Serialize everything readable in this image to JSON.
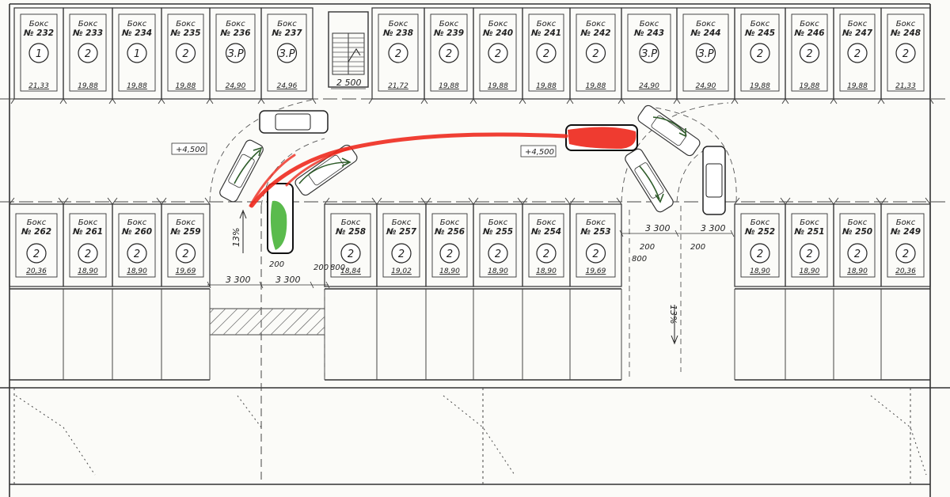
{
  "box_label": "Бокс",
  "top_row": [
    {
      "number": "№ 232",
      "type": "1",
      "area": "21,33"
    },
    {
      "number": "№ 233",
      "type": "2",
      "area": "19,88"
    },
    {
      "number": "№ 234",
      "type": "1",
      "area": "19,88"
    },
    {
      "number": "№ 235",
      "type": "2",
      "area": "19,88"
    },
    {
      "number": "№ 236",
      "type": "З.Р",
      "area": "24,90"
    },
    {
      "number": "№ 237",
      "type": "З.Р",
      "area": "24,96"
    },
    {
      "number": "№ 238",
      "type": "2",
      "area": "21,72"
    },
    {
      "number": "№ 239",
      "type": "2",
      "area": "19,88"
    },
    {
      "number": "№ 240",
      "type": "2",
      "area": "19,88"
    },
    {
      "number": "№ 241",
      "type": "2",
      "area": "19,88"
    },
    {
      "number": "№ 242",
      "type": "2",
      "area": "19,88"
    },
    {
      "number": "№ 243",
      "type": "З.Р",
      "area": "24,90"
    },
    {
      "number": "№ 244",
      "type": "З.Р",
      "area": "24,90"
    },
    {
      "number": "№ 245",
      "type": "2",
      "area": "19,88"
    },
    {
      "number": "№ 246",
      "type": "2",
      "area": "19,88"
    },
    {
      "number": "№ 247",
      "type": "2",
      "area": "19,88"
    },
    {
      "number": "№ 248",
      "type": "2",
      "area": "21,33"
    }
  ],
  "bottom_row": [
    {
      "number": "№ 262",
      "type": "2",
      "area": "20,36"
    },
    {
      "number": "№ 261",
      "type": "2",
      "area": "18,90"
    },
    {
      "number": "№ 260",
      "type": "2",
      "area": "18,90"
    },
    {
      "number": "№ 259",
      "type": "2",
      "area": "19,69"
    },
    {
      "number": "№ 258",
      "type": "2",
      "area": "18,84"
    },
    {
      "number": "№ 257",
      "type": "2",
      "area": "19,02"
    },
    {
      "number": "№ 256",
      "type": "2",
      "area": "18,90"
    },
    {
      "number": "№ 255",
      "type": "2",
      "area": "18,90"
    },
    {
      "number": "№ 254",
      "type": "2",
      "area": "18,90"
    },
    {
      "number": "№ 253",
      "type": "2",
      "area": "19,69"
    },
    {
      "number": "№ 252",
      "type": "2",
      "area": "18,90"
    },
    {
      "number": "№ 251",
      "type": "2",
      "area": "18,90"
    },
    {
      "number": "№ 250",
      "type": "2",
      "area": "18,90"
    },
    {
      "number": "№ 249",
      "type": "2",
      "area": "20,36"
    }
  ],
  "elevations": [
    "+4,500",
    "+4,500"
  ],
  "slopes": [
    "13%",
    "13%"
  ],
  "dimensions": {
    "stair_width": "2 500",
    "lane_left_1": "3 300",
    "lane_left_2": "3 300",
    "gap_200_a": "200",
    "gap_200_b": "200",
    "gap_800": "800",
    "lane_right_1": "3 300",
    "lane_right_2": "3 300",
    "gap_200_c": "200",
    "gap_200_d": "200",
    "gap_800_b": "800"
  },
  "colors": {
    "red_path": "#ee2a1e",
    "green_car": "#48b43a",
    "line": "#333333"
  }
}
